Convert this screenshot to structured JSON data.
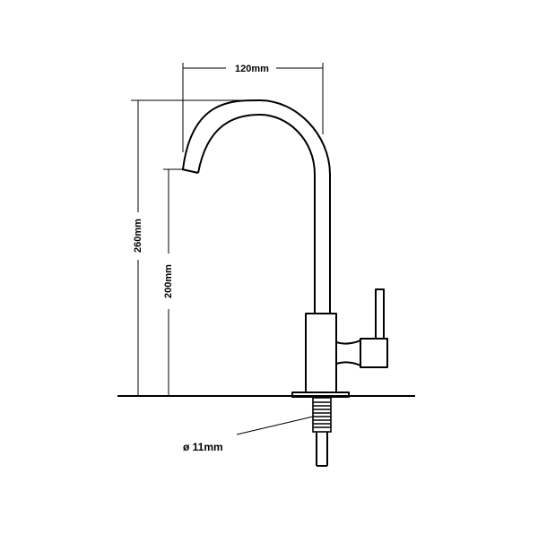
{
  "drawing": {
    "title": "",
    "dimensions": {
      "spout_reach": "120mm",
      "overall_height": "260mm",
      "spout_height": "200mm",
      "tail_diameter": "ø 11mm"
    }
  }
}
